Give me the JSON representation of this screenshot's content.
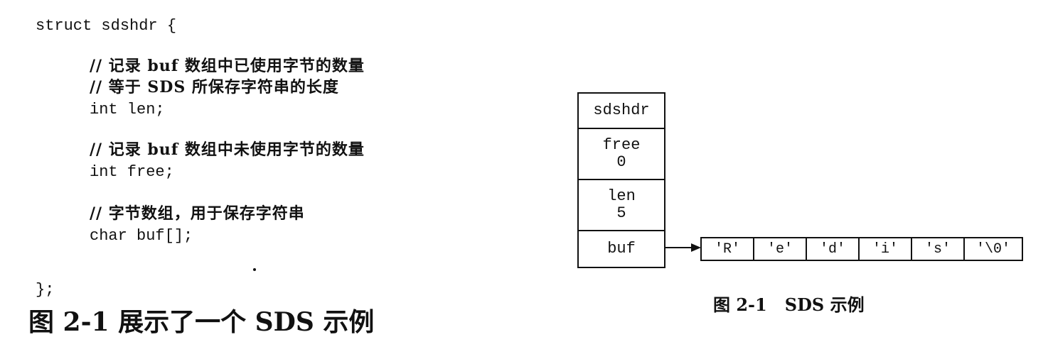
{
  "code": {
    "lines": [
      "struct sdshdr {",
      "// 记录 buf 数组中已使用字节的数量",
      "// 等于 SDS 所保存字符串的长度",
      "int len;",
      "// 记录 buf 数组中未使用字节的数量",
      "int free;",
      "// 字节数组，用于保存字符串",
      "char buf[];",
      "};"
    ]
  },
  "diagram": {
    "struct_name": "sdshdr",
    "fields": [
      {
        "name": "free",
        "value": "0"
      },
      {
        "name": "len",
        "value": "5"
      },
      {
        "name": "buf",
        "value": ""
      }
    ],
    "buf_cells": [
      "'R'",
      "'e'",
      "'d'",
      "'i'",
      "'s'",
      "'\\0'"
    ],
    "caption": "图 2-1   SDS 示例"
  },
  "cut_off_text": "图 2-1 展示了一个 SDS 示例"
}
